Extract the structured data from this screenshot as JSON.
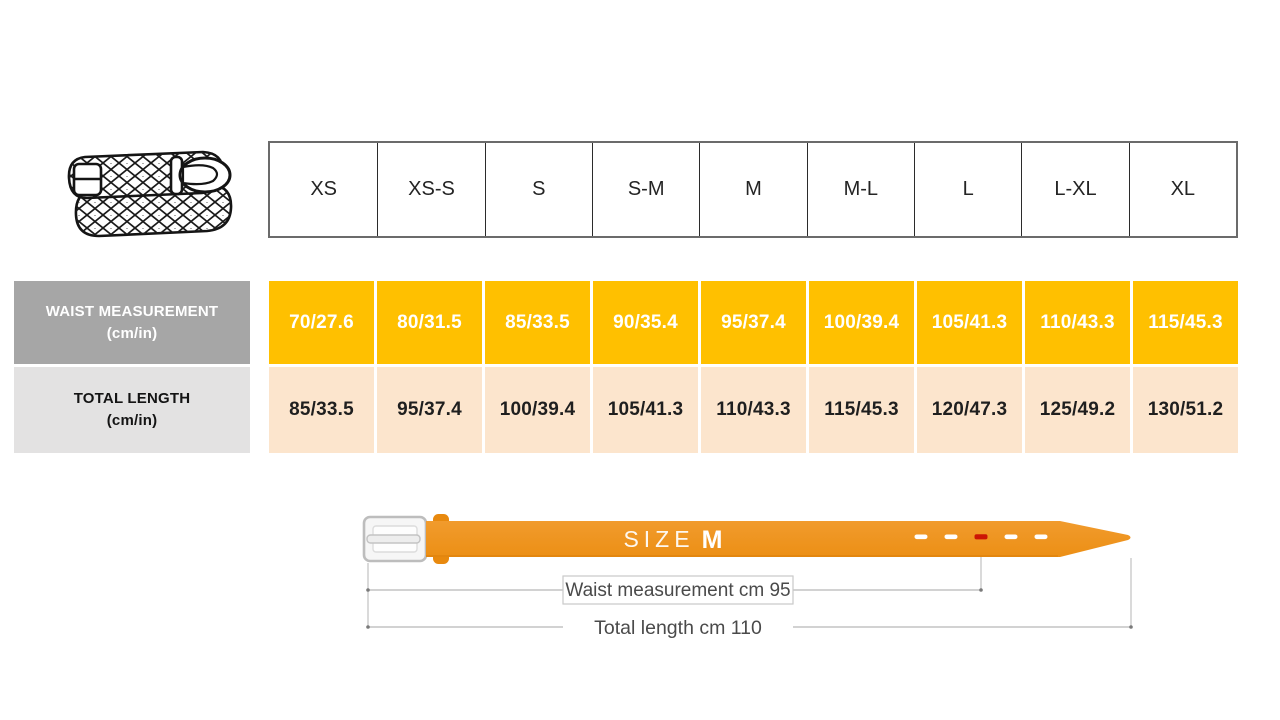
{
  "size_table": {
    "sizes": [
      "XS",
      "XS-S",
      "S",
      "S-M",
      "M",
      "M-L",
      "L",
      "L-XL",
      "XL"
    ],
    "rows": [
      {
        "id": "waist",
        "label_line1": "WAIST MEASUREMENT",
        "label_line2": "(cm/in)",
        "values": [
          "70/27.6",
          "80/31.5",
          "85/33.5",
          "90/35.4",
          "95/37.4",
          "100/39.4",
          "105/41.3",
          "110/43.3",
          "115/45.3"
        ]
      },
      {
        "id": "total-length",
        "label_line1": "TOTAL LENGTH",
        "label_line2": "(cm/in)",
        "values": [
          "85/33.5",
          "95/37.4",
          "100/39.4",
          "105/41.3",
          "110/43.3",
          "115/45.3",
          "120/47.3",
          "125/49.2",
          "130/51.2"
        ]
      }
    ]
  },
  "diagram": {
    "size_label": "SIZE",
    "size_value": "M",
    "waist_label": "Waist measurement cm 95",
    "total_label": "Total length cm 110"
  },
  "icons": {
    "belt_icon": "braided-belt",
    "buckle_icon": "belt-buckle",
    "holes_icon": "belt-holes"
  },
  "colors": {
    "waist_cell_bg": "#FFC000",
    "waist_label_bg": "#A6A6A6",
    "total_cell_bg": "#FCE5CD",
    "total_label_bg": "#E3E2E2",
    "belt_strap": "#EF9422",
    "belt_keeper": "#E8890E",
    "hole_highlight": "#CC1605",
    "guide_line": "#A6A6A6"
  }
}
